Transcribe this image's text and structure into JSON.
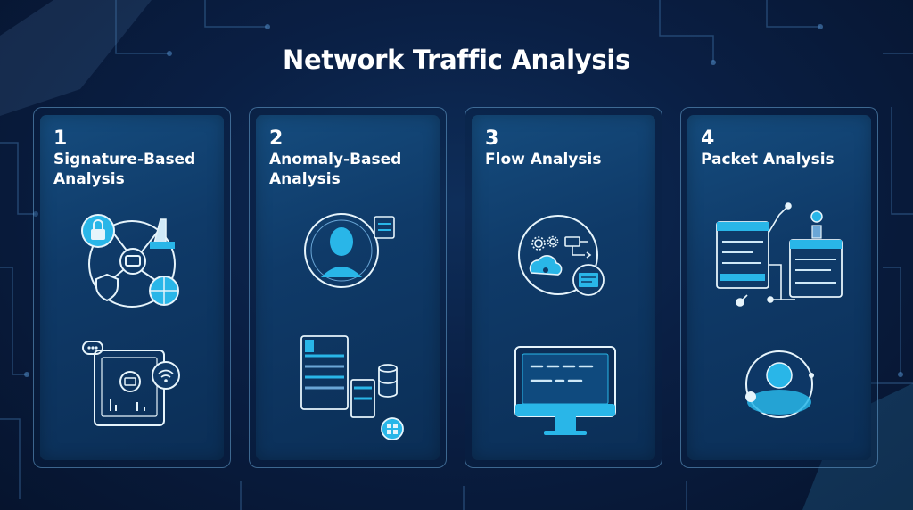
{
  "title": "Network Traffic Analysis",
  "cards": [
    {
      "number": "1",
      "title": "Signature-Based Analysis"
    },
    {
      "number": "2",
      "title": "Anomaly-Based Analysis"
    },
    {
      "number": "3",
      "title": "Flow Analysis"
    },
    {
      "number": "4",
      "title": "Packet Analysis"
    }
  ],
  "colors": {
    "background": "#0a1f44",
    "card_fill": "#0f3a68",
    "card_border": "#6aa6d6",
    "accent": "#29b6e8",
    "icon_stroke": "#e6f4fb"
  },
  "icons": {
    "card1": [
      "lock-icon",
      "router-icon",
      "network-hub-icon",
      "shield-icon",
      "globe-icon",
      "chat-bubble-icon",
      "tablet-dashboard-icon",
      "wifi-icon"
    ],
    "card2": [
      "user-profile-icon",
      "server-panel-icon",
      "database-icon",
      "server-rack-icon",
      "network-node-icon"
    ],
    "card3": [
      "gear-icon",
      "cloud-icon",
      "flow-chart-icon",
      "monitor-icon"
    ],
    "card4": [
      "dashboard-window-icon",
      "robot-arm-icon",
      "network-tree-icon",
      "ai-brain-icon"
    ]
  }
}
